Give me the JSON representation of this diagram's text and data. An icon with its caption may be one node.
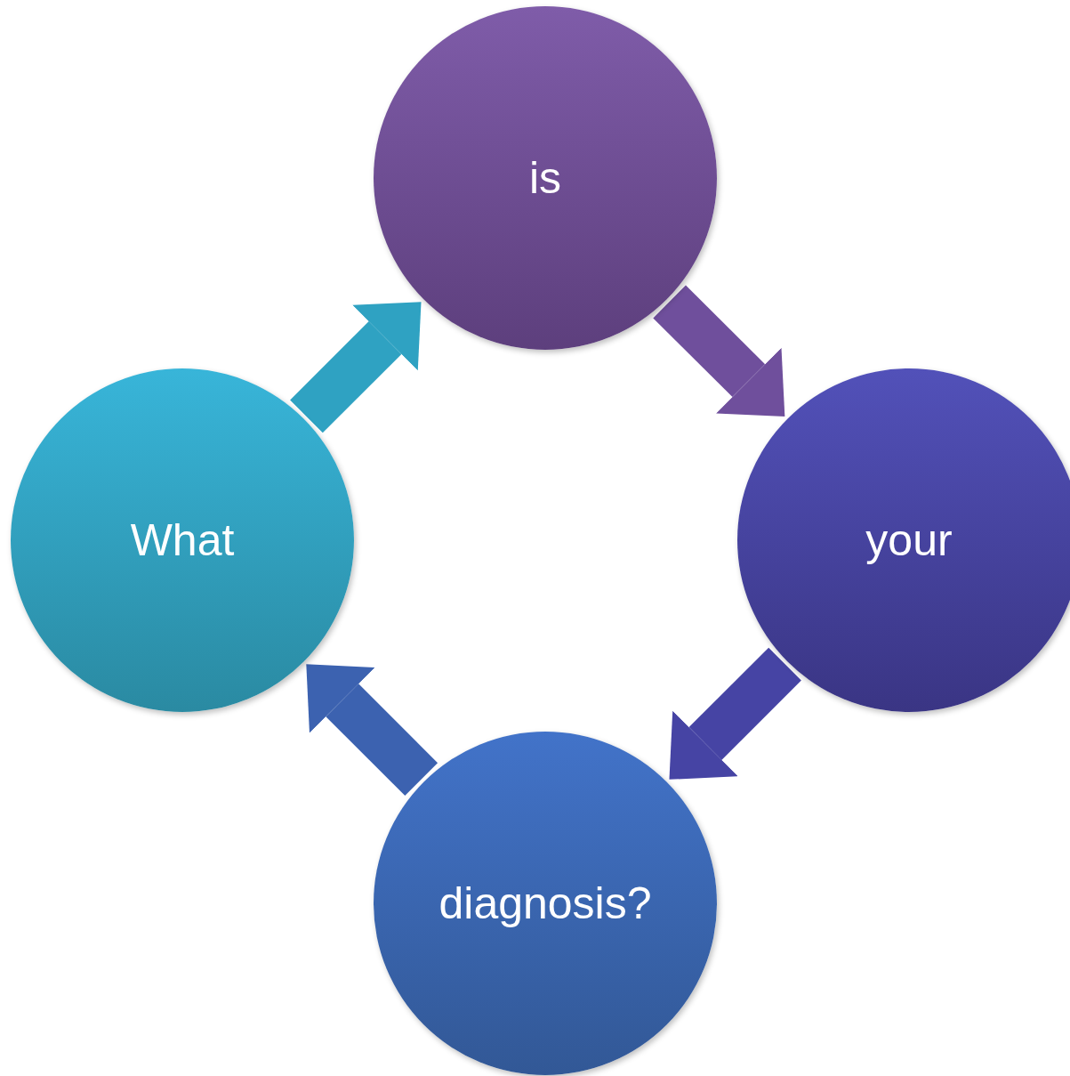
{
  "diagram": {
    "nodes": [
      {
        "text": [
          "is"
        ]
      },
      {
        "text": [
          "your"
        ]
      },
      {
        "text": [
          "diagnosis?"
        ]
      },
      {
        "text": [
          "What"
        ]
      }
    ],
    "edges": [
      {
        "from": 0,
        "to": 1,
        "arrow": "to",
        "color": "#6f4f9c"
      },
      {
        "from": 1,
        "to": 2,
        "arrow": "to",
        "color": "#4644a4"
      },
      {
        "from": 2,
        "to": 3,
        "arrow": "to",
        "color": "#3c62b0"
      },
      {
        "from": 3,
        "to": 0,
        "arrow": "to",
        "color": "#2fa2c2"
      }
    ]
  }
}
